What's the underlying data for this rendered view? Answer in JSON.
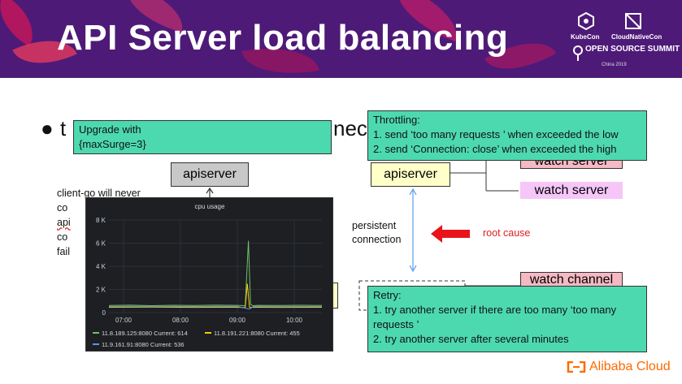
{
  "slide": {
    "title": "API Server load balancing",
    "bullet_fragment_1": "●",
    "bullet_fragment_2": "t",
    "bullet_fragment_3": "nec"
  },
  "logos": {
    "kubecon": "KubeCon",
    "cloudnativecon": "CloudNativeCon",
    "oss": "OPEN SOURCE SUMMIT",
    "china": "China 2019",
    "alibaba": "Alibaba Cloud"
  },
  "diagram": {
    "upgrade_line1": "Upgrade with",
    "upgrade_line2": "{maxSurge=3}",
    "apiserver_left": "apiserver",
    "apiserver_right": "apiserver",
    "client_go_line1": "client-go will never",
    "client_go_line2": "co",
    "client_go_line3": "api",
    "client_go_line4": "co",
    "client_go_line5": "fail",
    "throttling_title": "Throttling:",
    "throttling_1": "1. send ‘too many requests ’ when exceeded the low",
    "throttling_2": "2. send ‘Connection: close’ when exceeded the high",
    "watch_server_top": "watch server",
    "watch_server": "watch server",
    "persistent_line1": "persistent",
    "persistent_line2": "connection",
    "root_cause": "root cause",
    "watch_channel": "watch channel",
    "retry_title": "Retry:",
    "retry_1a": "1. try another server if there are too many ‘too many",
    "retry_1b": "requests ’",
    "retry_2": "2. try another server after several minutes",
    "colors": {
      "banner": "#4e1a78",
      "note_green": "#4dd9b0",
      "watch_pink": "#f4b9c3",
      "watch_violet": "#f5c6f7",
      "apiserver_yellow": "#ffffc8",
      "arrow_red": "#e8141a",
      "root_cause_red": "#e02020"
    }
  },
  "chart_data": {
    "type": "line",
    "title": "cpu usage",
    "x_ticks": [
      "07:00",
      "08:00",
      "09:00",
      "10:00"
    ],
    "y_ticks": [
      "8 K",
      "6 K",
      "4 K",
      "2 K",
      "0"
    ],
    "ylim": [
      0,
      8000
    ],
    "series": [
      {
        "name": "11.8.189.125:8080",
        "current": "Current: 614",
        "color": "#73bf69",
        "x": [
          0,
          0.1,
          0.2,
          0.3,
          0.4,
          0.5,
          0.6,
          0.64,
          0.655,
          0.665,
          0.675,
          0.7,
          0.8,
          0.9,
          1.0
        ],
        "y": [
          614,
          640,
          600,
          630,
          610,
          640,
          620,
          600,
          6200,
          700,
          600,
          620,
          610,
          630,
          614
        ]
      },
      {
        "name": "11.8.191.221:8080",
        "current": "Current: 455",
        "color": "#f2cc0c",
        "x": [
          0,
          0.2,
          0.4,
          0.6,
          0.64,
          0.65,
          0.66,
          0.7,
          0.8,
          1.0
        ],
        "y": [
          455,
          470,
          450,
          460,
          440,
          2500,
          450,
          460,
          450,
          455
        ]
      },
      {
        "name": "11.9.161.91:8080",
        "current": "Current: 536",
        "color": "#5794f2",
        "x": [
          0,
          0.2,
          0.4,
          0.6,
          0.66,
          0.68,
          0.8,
          1.0
        ],
        "y": [
          536,
          540,
          530,
          540,
          300,
          540,
          535,
          536
        ]
      }
    ]
  }
}
